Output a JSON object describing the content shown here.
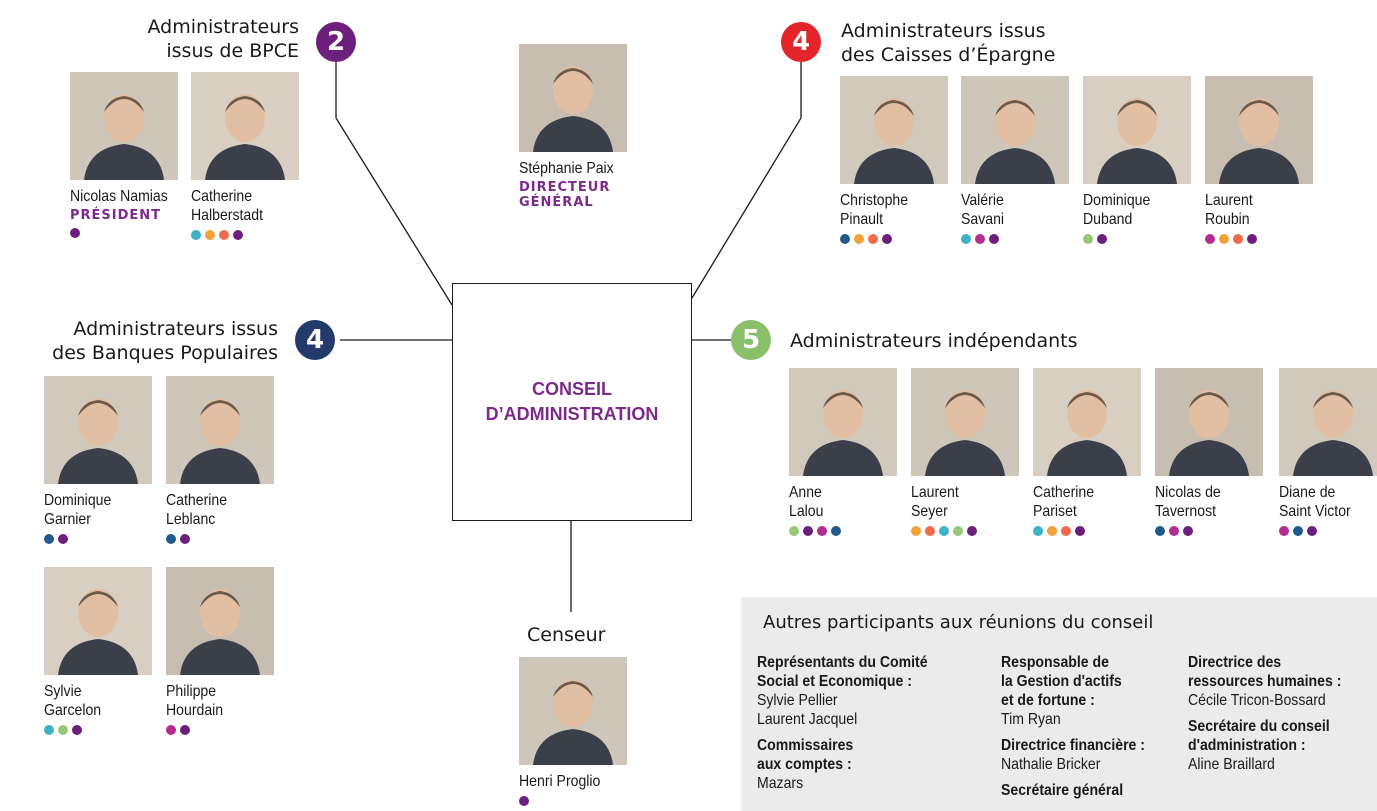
{
  "colors": {
    "purple": "#6c1f7d",
    "navy": "#243a6b",
    "red": "#e3242b",
    "green": "#8bc06a",
    "dot_navy": "#1f5a8a",
    "dot_orange": "#f4a33a",
    "dot_coral": "#ef6b4e",
    "dot_purple": "#6c1f7d",
    "dot_teal": "#3fb1c4",
    "dot_green": "#98c777",
    "dot_magenta": "#b52c8f"
  },
  "board": {
    "line1": "CONSEIL",
    "line2": "D’ADMINISTRATION"
  },
  "groups": {
    "bpce": {
      "title1": "Administrateurs",
      "title2": "issus de BPCE",
      "count": "2"
    },
    "caisses": {
      "title1": "Administrateurs issus",
      "title2": "des Caisses d’Épargne",
      "count": "4"
    },
    "bp": {
      "title1": "Administrateurs issus",
      "title2": "des Banques Populaires",
      "count": "4"
    },
    "indep": {
      "title1": "Administrateurs indépendants",
      "count": "5"
    },
    "censeur": {
      "title1": "Censeur"
    }
  },
  "people": {
    "namias": {
      "name1": "Nicolas Namias",
      "role": "PRÉSIDENT",
      "dots": [
        "purple"
      ]
    },
    "halberstadt": {
      "name1": "Catherine",
      "name2": "Halberstadt",
      "dots": [
        "teal",
        "orange",
        "coral",
        "purple"
      ]
    },
    "paix": {
      "name1": "Stéphanie Paix",
      "role1": "DIRECTEUR",
      "role2": "GÉNÉRAL"
    },
    "pinault": {
      "name1": "Christophe",
      "name2": "Pinault",
      "dots": [
        "navy",
        "orange",
        "coral",
        "purple"
      ]
    },
    "savani": {
      "name1": "Valérie",
      "name2": "Savani",
      "dots": [
        "teal",
        "magenta",
        "purple"
      ]
    },
    "duband": {
      "name1": "Dominique",
      "name2": "Duband",
      "dots": [
        "green",
        "purple"
      ]
    },
    "roubin": {
      "name1": "Laurent",
      "name2": "Roubin",
      "dots": [
        "magenta",
        "orange",
        "coral",
        "purple"
      ]
    },
    "garnier": {
      "name1": "Dominique",
      "name2": "Garnier",
      "dots": [
        "navy",
        "purple"
      ]
    },
    "leblanc": {
      "name1": "Catherine",
      "name2": "Leblanc",
      "dots": [
        "navy",
        "purple"
      ]
    },
    "garcelon": {
      "name1": "Sylvie",
      "name2": "Garcelon",
      "dots": [
        "teal",
        "green",
        "purple"
      ]
    },
    "hourdain": {
      "name1": "Philippe",
      "name2": "Hourdain",
      "dots": [
        "magenta",
        "purple"
      ]
    },
    "lalou": {
      "name1": "Anne",
      "name2": "Lalou",
      "dots": [
        "green",
        "purple",
        "magenta",
        "navy"
      ]
    },
    "seyer": {
      "name1": "Laurent",
      "name2": "Seyer",
      "dots": [
        "orange",
        "coral",
        "teal",
        "green",
        "purple"
      ]
    },
    "pariset": {
      "name1": "Catherine",
      "name2": "Pariset",
      "dots": [
        "teal",
        "orange",
        "coral",
        "purple"
      ]
    },
    "tavernost": {
      "name1": "Nicolas de",
      "name2": "Tavernost",
      "dots": [
        "navy",
        "magenta",
        "purple"
      ]
    },
    "saintvictor": {
      "name1": "Diane de",
      "name2": "Saint Victor",
      "dots": [
        "magenta",
        "navy",
        "purple"
      ]
    },
    "proglio": {
      "name1": "Henri Proglio",
      "dots": [
        "purple"
      ]
    }
  },
  "panel": {
    "title": "Autres participants aux réunions du conseil",
    "c1": {
      "l1a": "Représentants du Comité",
      "l1b": "Social et Economique :",
      "v1a": "Sylvie Pellier",
      "v1b": "Laurent Jacquel",
      "l2a": "Commissaires",
      "l2b": "aux comptes :",
      "v2a": "Mazars"
    },
    "c2": {
      "l1a": "Responsable de",
      "l1b": "la Gestion d'actifs",
      "l1c": "et de fortune :",
      "v1a": "Tim Ryan",
      "l2a": "Directrice financière :",
      "v2a": "Nathalie Bricker",
      "l3a": "Secrétaire général"
    },
    "c3": {
      "l1a": "Directrice des",
      "l1b": "ressources humaines :",
      "v1a": "Cécile Tricon-Bossard",
      "l2a": "Secrétaire du conseil",
      "l2b": "d'administration :",
      "v2a": "Aline Braillard"
    }
  }
}
